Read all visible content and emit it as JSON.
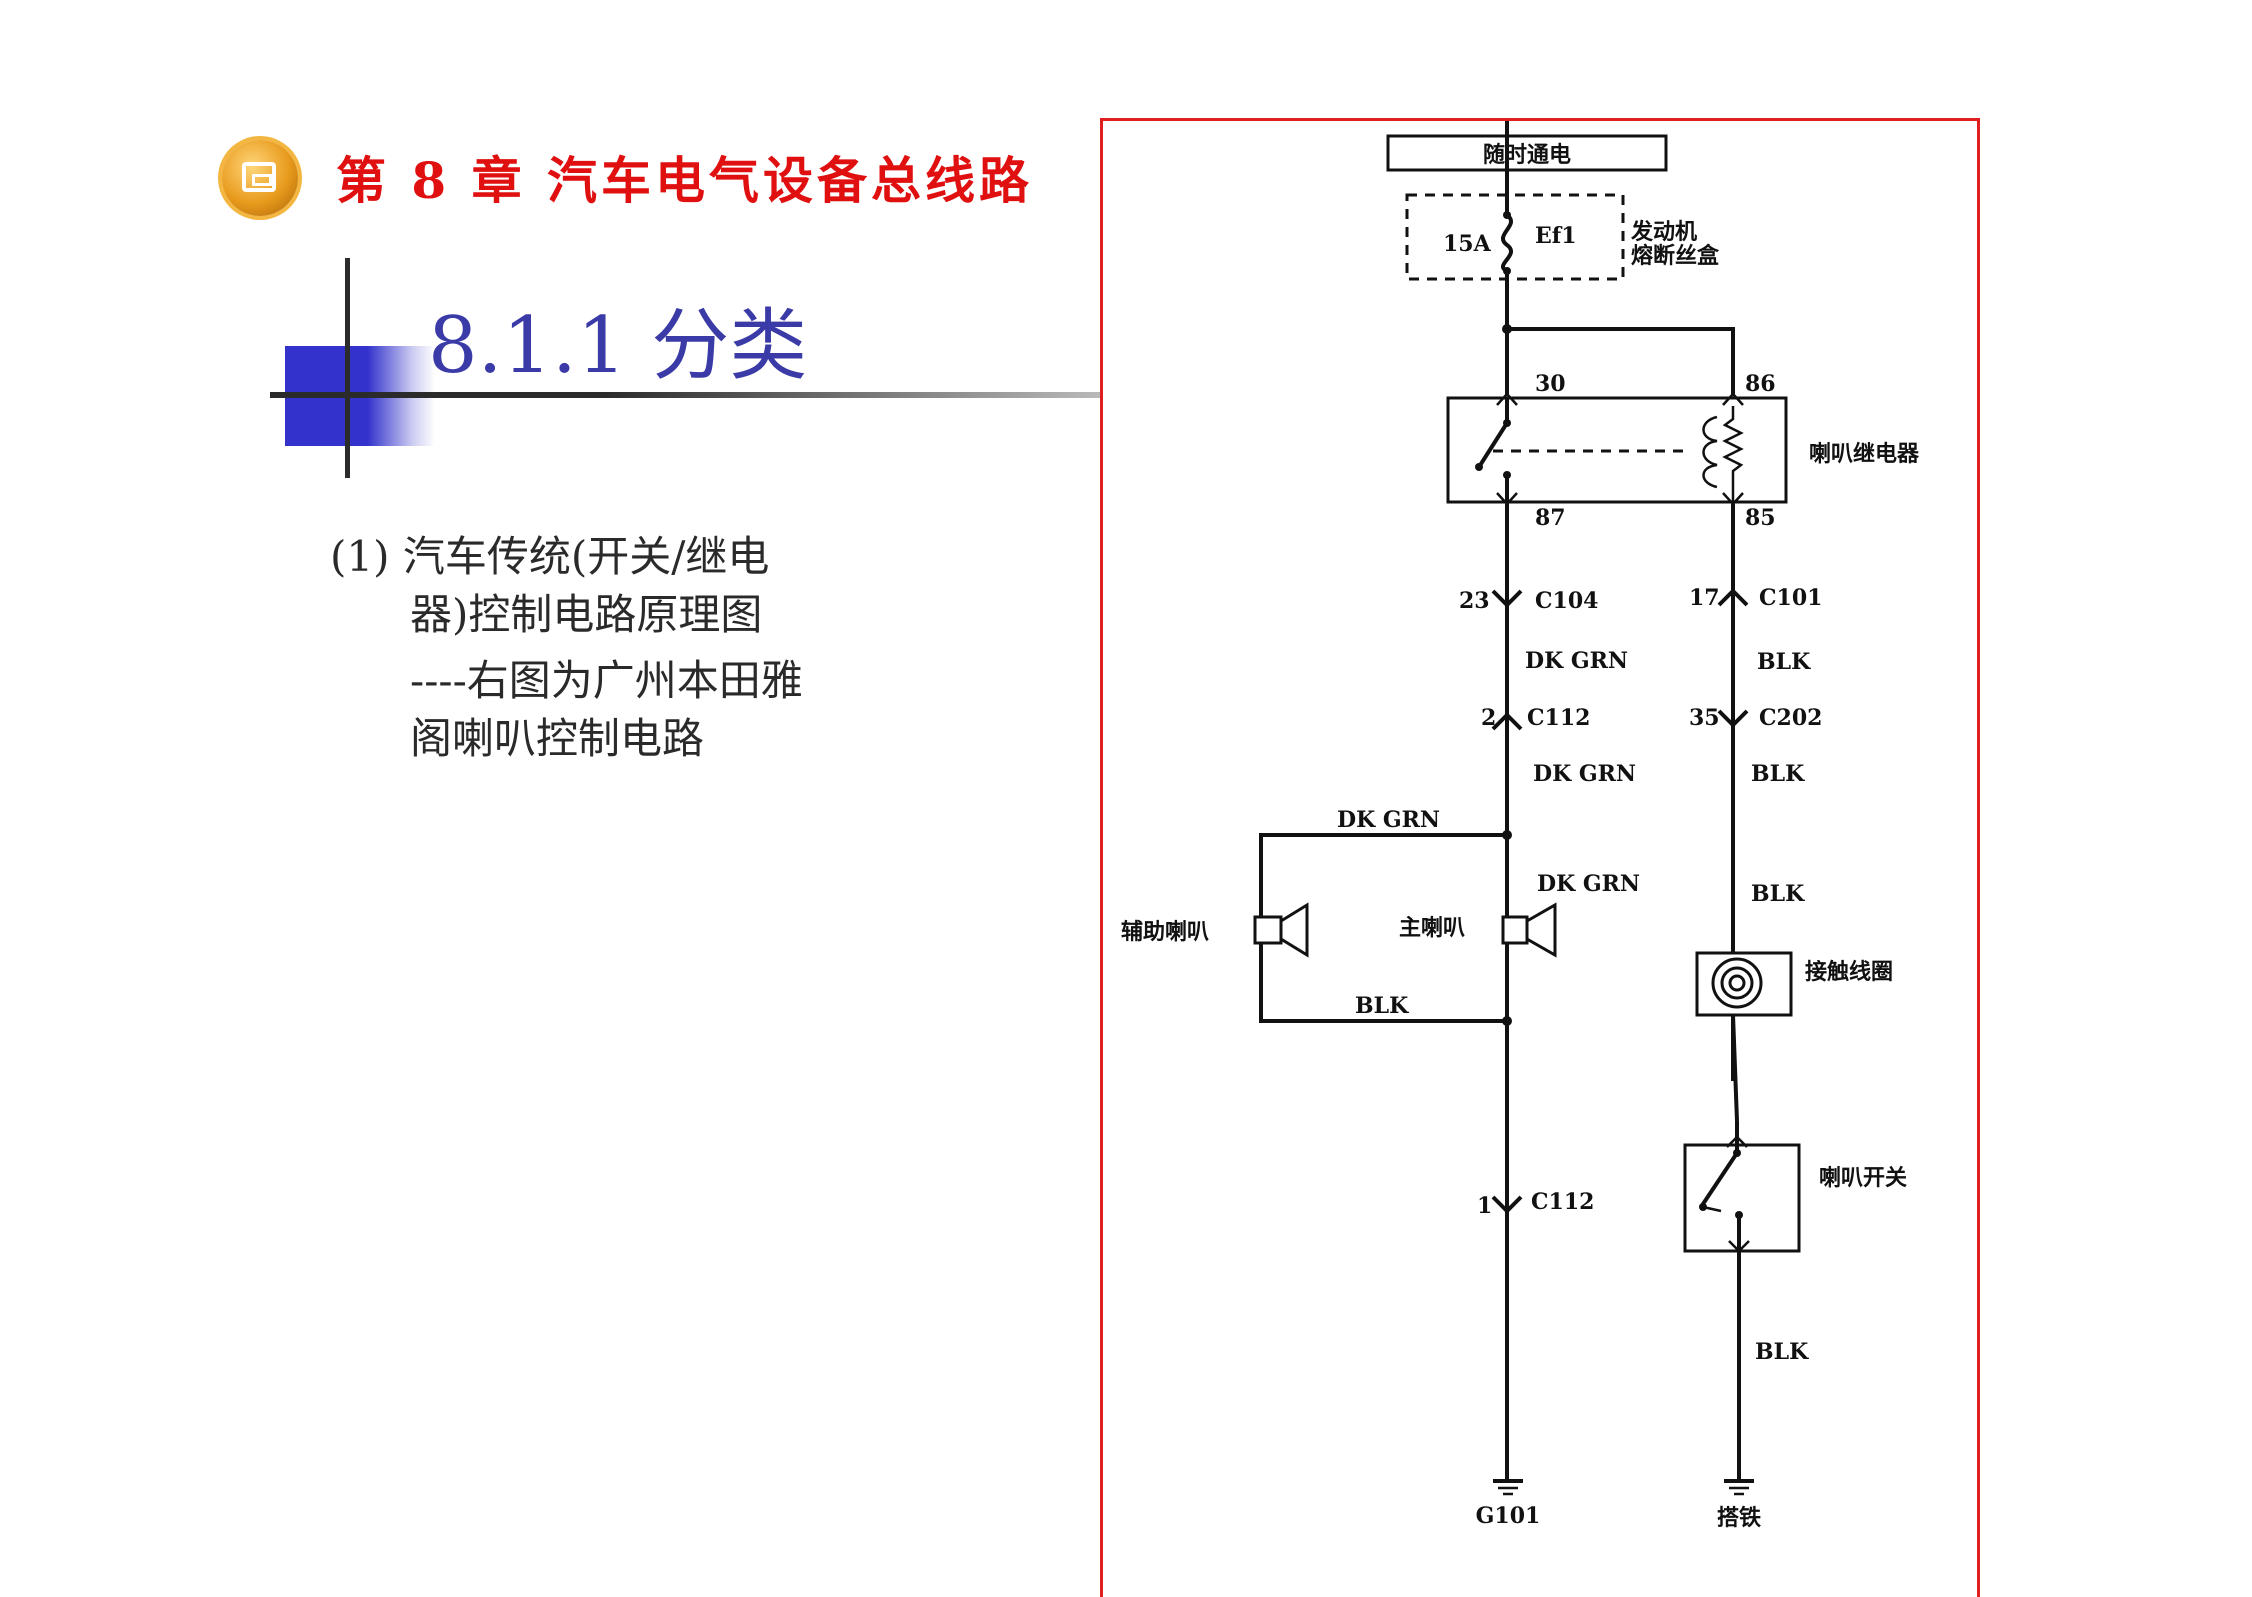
{
  "header": {
    "chapter_title": "第 8 章  汽车电气设备总线路"
  },
  "section": {
    "title": "8.1.1  分类"
  },
  "body": {
    "line1": "(1) 汽车传统(开关/继电",
    "line2": "器)控制电路原理图",
    "line3": "----右图为广州本田雅",
    "line4": "阁喇叭控制电路"
  },
  "diagram": {
    "power_label": "随时通电",
    "fuse_rating": "15A",
    "fuse_id": "Ef1",
    "fuse_box_line1": "发动机",
    "fuse_box_line2": "熔断丝盒",
    "relay_label": "喇叭继电器",
    "relay_pins": [
      "30",
      "86",
      "87",
      "85"
    ],
    "left_connectors": [
      {
        "pin": "23",
        "name": "C104"
      },
      {
        "pin": "2",
        "name": "C112"
      },
      {
        "pin": "1",
        "name": "C112"
      }
    ],
    "right_connectors": [
      {
        "pin": "17",
        "name": "C101"
      },
      {
        "pin": "35",
        "name": "C202"
      }
    ],
    "wire_colors": {
      "dk_grn": "DK GRN",
      "blk": "BLK"
    },
    "aux_horn_label": "辅助喇叭",
    "main_horn_label": "主喇叭",
    "contact_coil_label": "接触线圈",
    "horn_switch_label": "喇叭开关",
    "ground_left": "G101",
    "ground_right": "搭铁"
  },
  "colors": {
    "chapter_red": "#e01010",
    "section_blue": "#3b3ba8",
    "frame_red": "#e02020",
    "deco_blue": "#3333cc"
  }
}
